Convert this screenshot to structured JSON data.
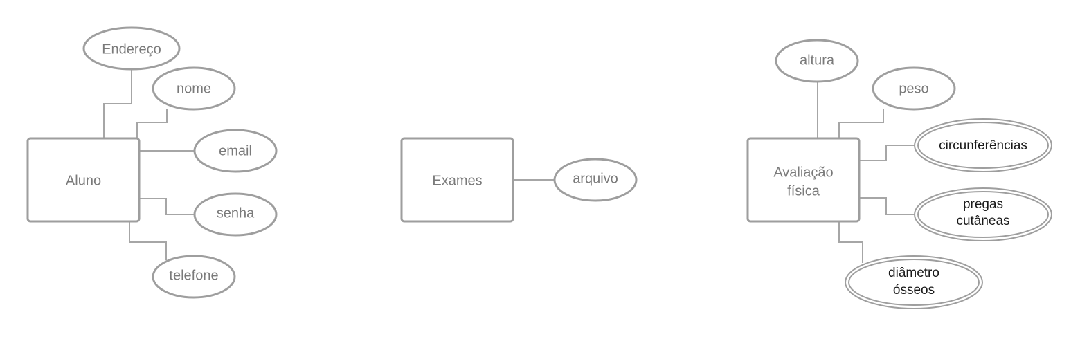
{
  "colors": {
    "shape_stroke": "#9e9e9e",
    "connector": "#a6a6a6",
    "label_gray": "#7a7a7a",
    "label_dark": "#1a1a1a",
    "background": "#ffffff"
  },
  "entities": {
    "aluno": {
      "label": "Aluno"
    },
    "exames": {
      "label": "Exames"
    },
    "avaliacao": {
      "line1": "Avaliação",
      "line2": "física"
    }
  },
  "attributes": {
    "endereco": "Endereço",
    "nome": "nome",
    "email": "email",
    "senha": "senha",
    "telefone": "telefone",
    "arquivo": "arquivo",
    "altura": "altura",
    "peso": "peso",
    "circunferencias": "circunferências",
    "pregas": {
      "line1": "pregas",
      "line2": "cutâneas"
    },
    "diametro": {
      "line1": "diâmetro",
      "line2": "ósseos"
    }
  }
}
